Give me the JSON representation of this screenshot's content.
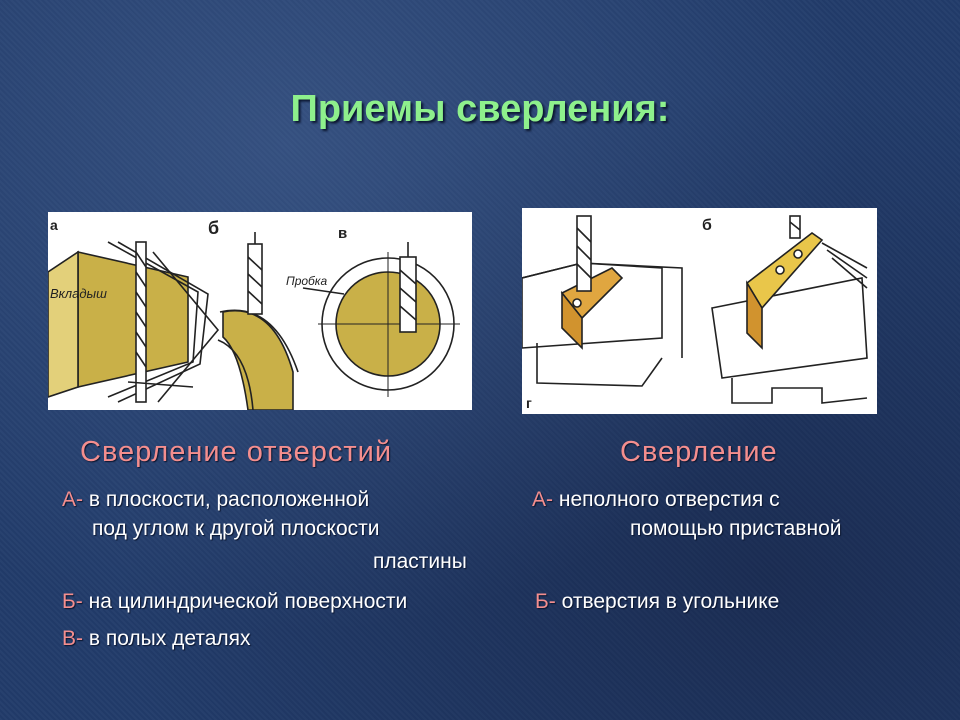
{
  "title": "Приемы сверления:",
  "left_figure": {
    "labels": {
      "a": "а",
      "b": "б",
      "v": "в",
      "vkladysh": "Вкладыш",
      "probka": "Пробка"
    }
  },
  "right_figure": {
    "labels": {
      "b": "б",
      "g": "г"
    }
  },
  "left_section": {
    "heading": "Сверление отверстий",
    "items": [
      {
        "letter": "А-",
        "lines": [
          "в плоскости, расположенной",
          "под углом к другой плоскости"
        ]
      },
      {
        "letter": "Б-",
        "lines": [
          "на цилиндрической поверхности"
        ]
      },
      {
        "letter": "В-",
        "lines": [
          "в полых деталях"
        ]
      }
    ]
  },
  "right_section": {
    "heading": "Сверление",
    "items": [
      {
        "letter": "А-",
        "lines": [
          "неполного отверстия с",
          "помощью приставной",
          "пластины"
        ]
      },
      {
        "letter": "Б-",
        "lines": [
          "отверстия в угольнике"
        ]
      }
    ]
  },
  "colors": {
    "title": "#8ef08c",
    "heading": "#f48e8e",
    "text": "#ffffff",
    "background": "#223c6b"
  }
}
